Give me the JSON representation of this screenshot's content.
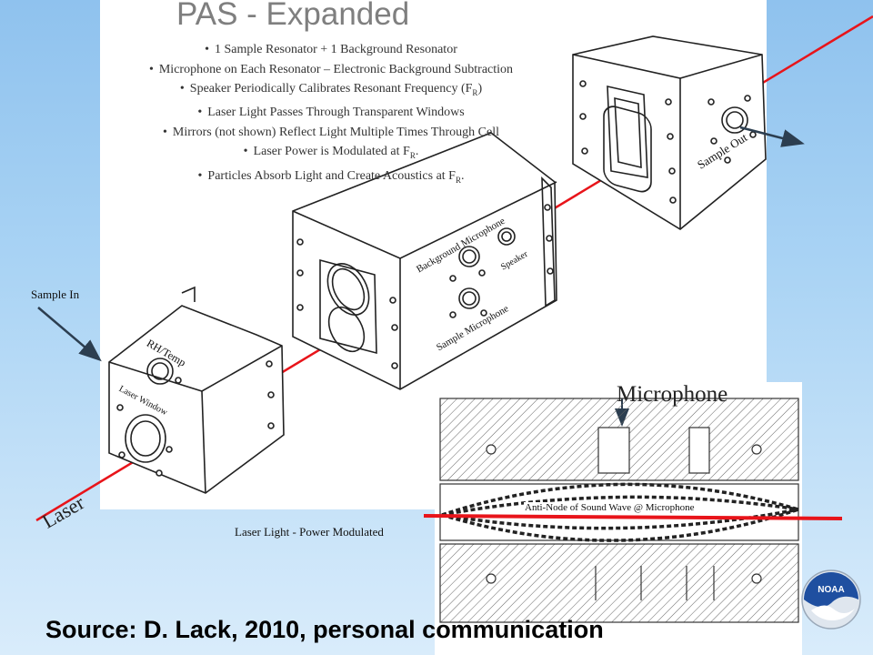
{
  "title": "PAS -  Expanded",
  "bullets": [
    {
      "text": "1 Sample Resonator + 1 Background  Resonator"
    },
    {
      "text": "Microphone on Each Resonator – Electronic Background  Subtraction"
    },
    {
      "text": "Speaker Periodically Calibrates Resonant Frequency  (F",
      "sub": "R",
      "tail": ")"
    },
    {
      "text": "Laser Light Passes Through  Transparent  Windows"
    },
    {
      "text": "Mirrors (not shown)  Reflect Light Multiple Times Through  Cell"
    },
    {
      "text": "Laser Power is Modulated at F",
      "sub": "R",
      "tail": "."
    },
    {
      "text": "Particles Absorb Light and Create Acoustics at F",
      "sub": "R",
      "tail": "."
    }
  ],
  "labels": {
    "sample_in": "Sample In",
    "sample_out": "Sample Out",
    "rh_temp": "RH/Temp",
    "laser_window": "Laser Window",
    "background_microphone": "Background Microphone",
    "speaker": "Speaker",
    "sample_microphone": "Sample Microphone",
    "laser": "Laser",
    "microphone": "Microphone",
    "anti_node": "Anti-Node of Sound Wave @ Microphone",
    "laser_light": "Laser Light - Power Modulated"
  },
  "source": "Source:  D. Lack, 2010, personal communication",
  "logo_text": "NOAA",
  "colors": {
    "laser": "#e8141a",
    "background_top": "#8fc2ee",
    "title": "#7f7f7f"
  }
}
